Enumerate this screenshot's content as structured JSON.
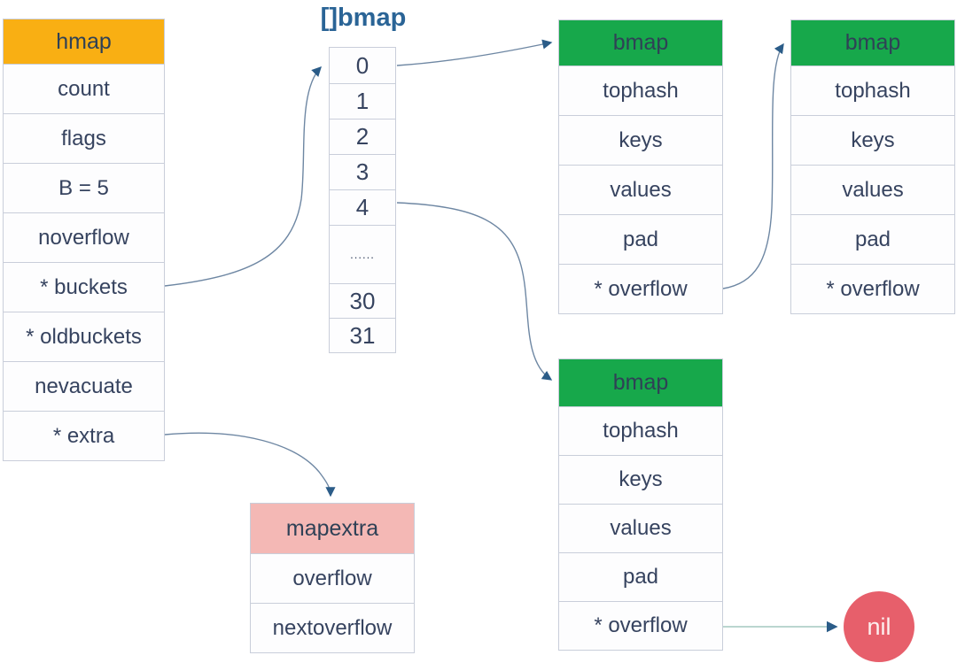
{
  "colors": {
    "hmap_header": "#F9AF13",
    "bmap_header": "#17A84B",
    "mapextra_header": "#F4B8B5",
    "nil_fill": "#E75F6B",
    "text": "#36435F",
    "array_title": "#2A6496",
    "border": "#C9CEDA",
    "arrow_line": "#6E87A3",
    "arrow_line_light": "#A3C8BF",
    "arrowhead": "#2B5C88"
  },
  "hmap": {
    "header": "hmap",
    "rows": [
      "count",
      "flags",
      "B = 5",
      "noverflow",
      "* buckets",
      "* oldbuckets",
      "nevacuate",
      "* extra"
    ]
  },
  "bucket_array": {
    "title": "[]bmap",
    "cells": [
      "0",
      "1",
      "2",
      "3",
      "4",
      "......",
      "30",
      "31"
    ]
  },
  "bmap1": {
    "header": "bmap",
    "rows": [
      "tophash",
      "keys",
      "values",
      "pad",
      "* overflow"
    ]
  },
  "bmap2": {
    "header": "bmap",
    "rows": [
      "tophash",
      "keys",
      "values",
      "pad",
      "* overflow"
    ]
  },
  "bmap3": {
    "header": "bmap",
    "rows": [
      "tophash",
      "keys",
      "values",
      "pad",
      "* overflow"
    ]
  },
  "mapextra": {
    "header": "mapextra",
    "rows": [
      "overflow",
      "nextoverflow"
    ]
  },
  "nil_node": {
    "label": "nil"
  },
  "arrows": [
    {
      "from": "hmap.*buckets",
      "to": "bucket-array.cell-0"
    },
    {
      "from": "bucket-array.cell-0",
      "to": "bmap1.header"
    },
    {
      "from": "bucket-array.cell-4",
      "to": "bmap3.header"
    },
    {
      "from": "bmap1.*overflow",
      "to": "bmap2.header"
    },
    {
      "from": "hmap.*extra",
      "to": "mapextra.header"
    },
    {
      "from": "bmap3.*overflow",
      "to": "nil"
    }
  ]
}
